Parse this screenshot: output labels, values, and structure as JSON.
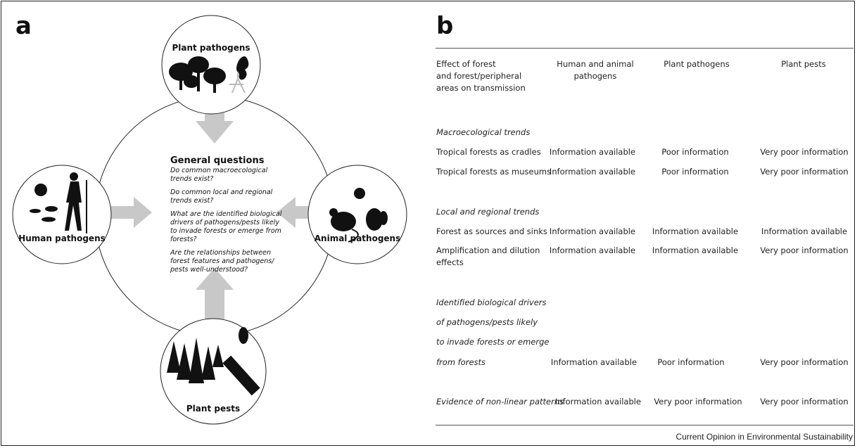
{
  "panel_a": {
    "label": "a",
    "nodes": {
      "plant_pathogens": "Plant pathogens",
      "human_pathogens": "Human pathogens",
      "animal_pathogens": "Animal pathogens",
      "plant_pests": "Plant pests"
    },
    "center": {
      "title": "General questions",
      "questions": [
        [
          "Do common macroecological",
          "trends exist?"
        ],
        [
          "Do common local and regional",
          "trends exist?"
        ],
        [
          "What are the identified biological",
          "drivers of pathogens/pests likely",
          "to invade forests or emerge from",
          "forests?"
        ],
        [
          "Are the relationships between",
          "forest features and pathogens/",
          "pests well-understood?"
        ]
      ]
    },
    "colors": {
      "arrow": "#c8c8c8",
      "ink": "#111111"
    }
  },
  "panel_b": {
    "label": "b",
    "header": {
      "col0": [
        "Effect of forest",
        "and forest/peripheral",
        "areas on transmission"
      ],
      "col1": [
        "Human and animal",
        "pathogens"
      ],
      "col2": [
        "Plant pathogens"
      ],
      "col3": [
        "Plant pests"
      ]
    },
    "sections": {
      "macro": {
        "title": "Macroecological trends",
        "rows": [
          {
            "label": "Tropical forests as cradles",
            "c1": "Information available",
            "c2": "Poor information",
            "c3": "Very poor information"
          },
          {
            "label": "Tropical forests as museums",
            "c1": "Information available",
            "c2": "Poor information",
            "c3": "Very poor information"
          }
        ]
      },
      "local": {
        "title": "Local and regional trends",
        "rows": [
          {
            "label": "Forest as sources and sinks",
            "c1": "Information available",
            "c2": "Information available",
            "c3": "Information available"
          },
          {
            "label": [
              "Amplification and dilution",
              "effects"
            ],
            "c1": "Information available",
            "c2": "Information available",
            "c3": "Very poor information"
          }
        ]
      },
      "drivers": {
        "title_lines": [
          "Identified biological drivers",
          "of pathogens/pests likely",
          "to invade forests or emerge",
          "from forests"
        ],
        "c1": "Information available",
        "c2": "Poor information",
        "c3": "Very poor information"
      },
      "nonlinear": {
        "label": "Evidence of non-linear patterns",
        "c1": "Information available",
        "c2": "Very poor information",
        "c3": "Very poor information"
      }
    },
    "credit": "Current Opinion in Environmental Sustainability"
  }
}
